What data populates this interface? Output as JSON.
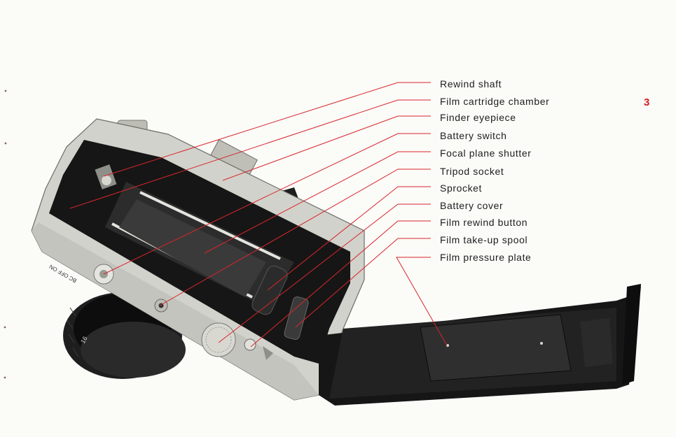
{
  "page_number": "3",
  "colors": {
    "leader_line": "#d8262a",
    "page_number": "#d41c1c",
    "body": "#c9c9c3",
    "leatherette": "#1a1a1a"
  },
  "labels": [
    {
      "text": "Rewind shaft"
    },
    {
      "text": "Film  cartridge  chamber"
    },
    {
      "text": "Finder  eyepiece"
    },
    {
      "text": "Battery  switch"
    },
    {
      "text": "Focal  plane  shutter"
    },
    {
      "text": "Tripod  socket"
    },
    {
      "text": "Sprocket"
    },
    {
      "text": "Battery  cover"
    },
    {
      "text": "Film   rewind  button"
    },
    {
      "text": "Film  take-up  spool"
    },
    {
      "text": "Film pressure plate"
    }
  ],
  "engraving": {
    "switch": "BC OFF ON",
    "lens_marking": "16"
  }
}
